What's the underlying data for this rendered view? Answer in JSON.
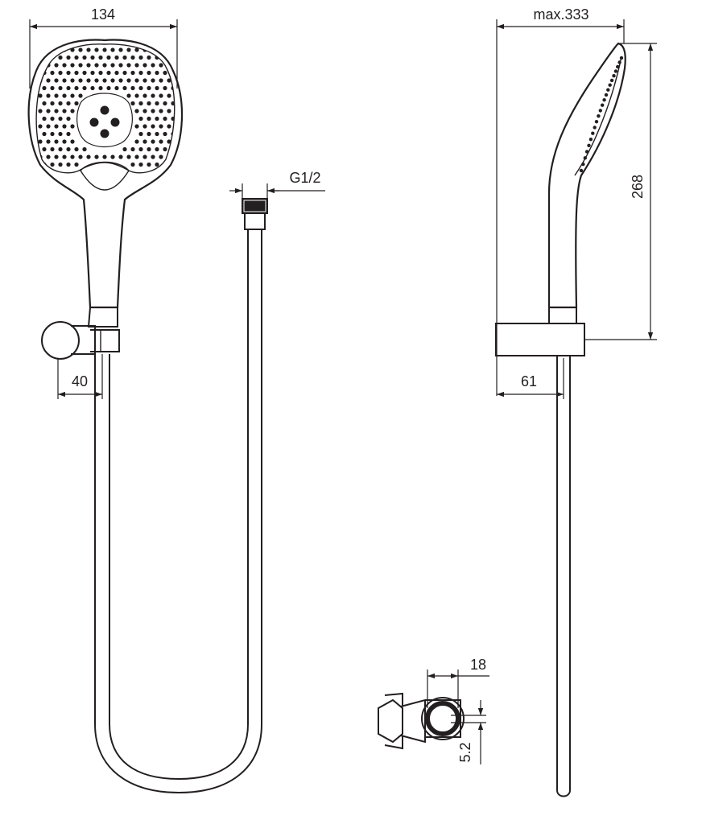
{
  "dimensions": {
    "head_width": "134",
    "head_depth_max": "max.333",
    "thread": "G1/2",
    "height": "268",
    "holder_offset_front": "40",
    "holder_offset_side": "61",
    "holder_bore": "18",
    "holder_gap": "5.2"
  },
  "colors": {
    "line": "#231f20",
    "background": "#ffffff"
  }
}
